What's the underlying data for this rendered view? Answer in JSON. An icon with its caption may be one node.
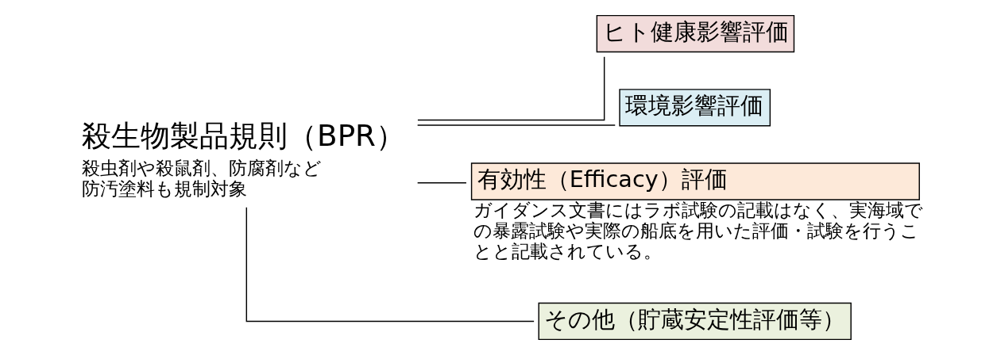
{
  "diagram": {
    "nodes": [
      {
        "text": [
          "殺生物製品規則（BPR）"
        ],
        "beside": [
          "殺虫剤や殺鼠剤、防腐剤など防汚塗料も規制対象"
        ]
      },
      {
        "text": [
          "ヒト健康影響評価"
        ]
      },
      {
        "text": [
          "環境影響評価"
        ]
      },
      {
        "text": [
          "有効性（Efficacy）評価"
        ],
        "beside": [
          "ガイダンス文書にはラボ試験の記載はなく、実海域での暴露試験や実際の船底を用いた評価・試験を行うことと記載されている。"
        ]
      },
      {
        "text": [
          "その他（貯蔵安定性評価等）"
        ]
      }
    ],
    "edges": [
      {
        "from": 0,
        "to": 1,
        "arrow": "none"
      },
      {
        "from": 0,
        "to": 2,
        "arrow": "none"
      },
      {
        "from": 0,
        "to": 3,
        "arrow": "none"
      },
      {
        "from": 0,
        "to": 4,
        "arrow": "none"
      }
    ]
  }
}
